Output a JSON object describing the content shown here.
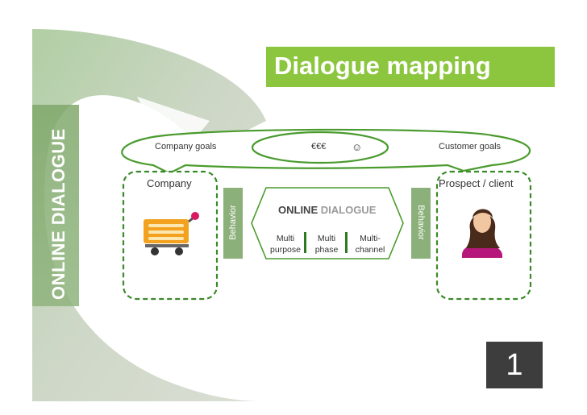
{
  "side_title": "ONLINE DIALOGUE",
  "title": "Dialogue mapping",
  "goals": {
    "company": "Company goals",
    "money": "€€€",
    "smiley": "☺",
    "customer": "Customer goals"
  },
  "company_box": {
    "label": "Company",
    "icon": "shopping-cart-icon"
  },
  "client_box": {
    "label": "Prospect / client",
    "icon": "woman-avatar-icon"
  },
  "behavior_left": "Behavior",
  "behavior_right": "Behavior",
  "online_dialogue": {
    "word1": "ONLINE",
    "word2": "DIALOGUE",
    "columns": [
      {
        "line1": "Multi",
        "line2": "purpose"
      },
      {
        "line1": "Multi",
        "line2": "phase"
      },
      {
        "line1": "Multi-",
        "line2": "channel"
      }
    ]
  },
  "slide_number": "1",
  "colors": {
    "accent": "#8cc63f",
    "dashed_green": "#3a8a2a",
    "arc_gray": "#b9c4b0",
    "arc_green": "#9fbf8a",
    "number_box": "#3d3d3d"
  }
}
